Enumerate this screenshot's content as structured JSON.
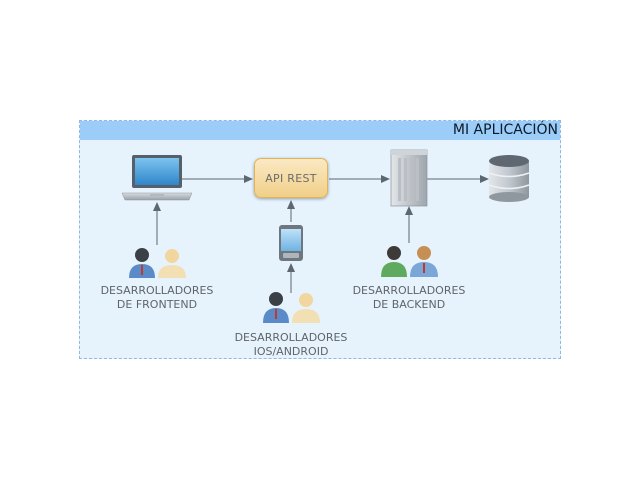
{
  "frame": {
    "title": "MI APLICACIÓN"
  },
  "nodes": {
    "api": {
      "label": "API REST"
    },
    "frontend_devs": {
      "line1": "DESARROLLADORES",
      "line2": "DE FRONTEND"
    },
    "mobile_devs": {
      "line1": "DESARROLLADORES",
      "line2": "IOS/ANDROID"
    },
    "backend_devs": {
      "line1": "DESARROLLADORES",
      "line2": "DE BACKEND"
    }
  },
  "icons": [
    "laptop-icon",
    "smartphone-icon",
    "server-icon",
    "database-icon",
    "developers-icon"
  ]
}
